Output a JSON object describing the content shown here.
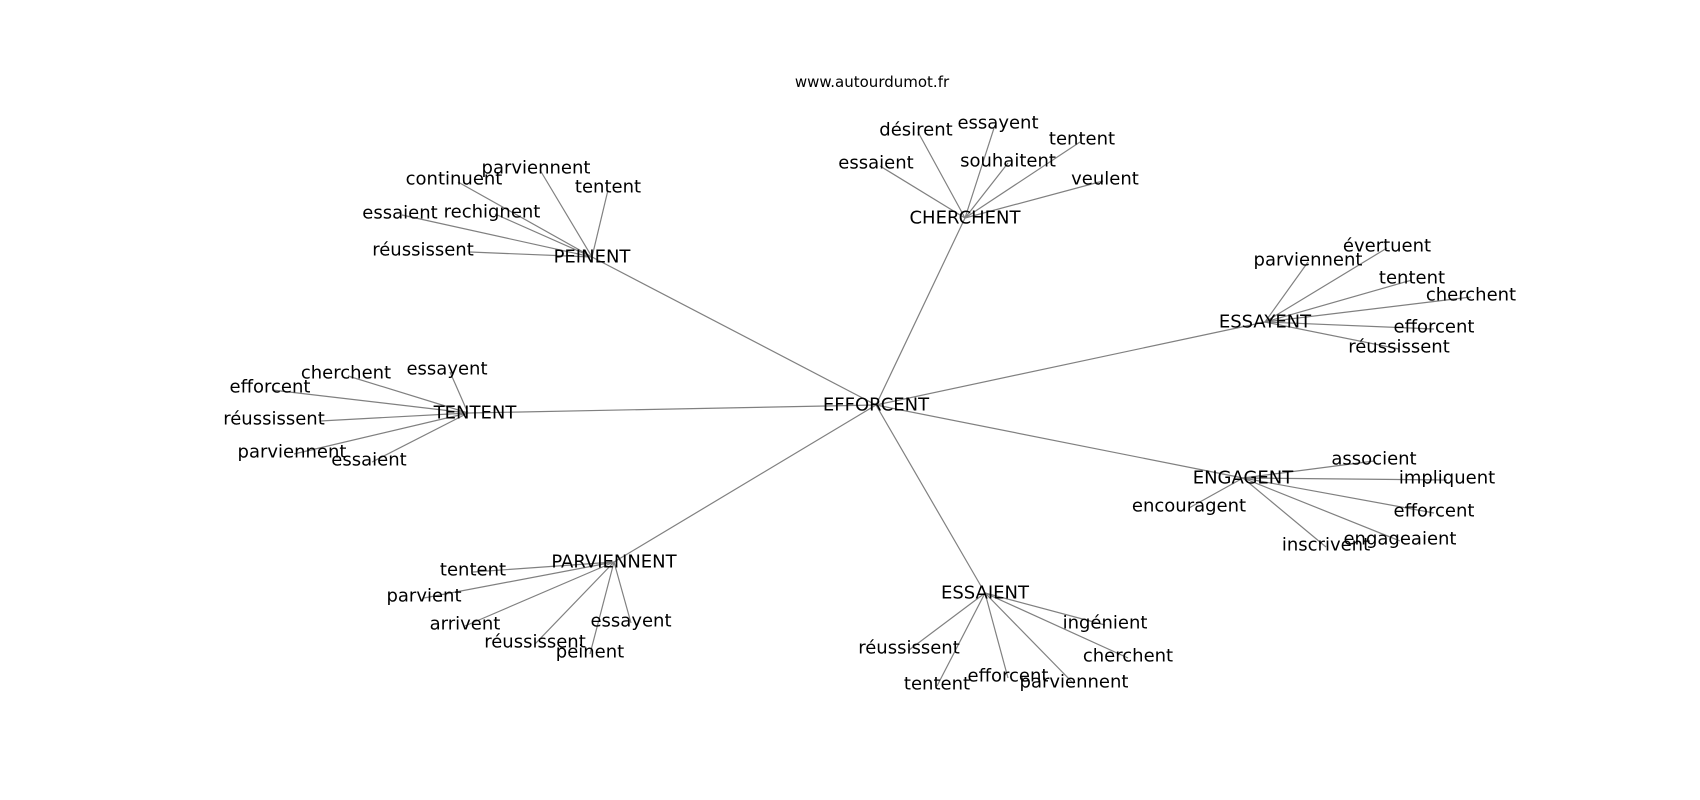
{
  "site": "www.autourdumot.fr",
  "graph": {
    "center": "EFFORCENT",
    "clusters": [
      {
        "label": "PEINENT",
        "words": [
          "parviennent",
          "tentent",
          "continuent",
          "essaient",
          "rechignent",
          "réussissent"
        ]
      },
      {
        "label": "CHERCHENT",
        "words": [
          "désirent",
          "essayent",
          "tentent",
          "essaient",
          "souhaitent",
          "veulent"
        ]
      },
      {
        "label": "ESSAYENT",
        "words": [
          "évertuent",
          "parviennent",
          "tentent",
          "cherchent",
          "efforcent",
          "réussissent"
        ]
      },
      {
        "label": "TENTENT",
        "words": [
          "essayent",
          "cherchent",
          "efforcent",
          "réussissent",
          "parviennent",
          "essaient"
        ]
      },
      {
        "label": "ENGAGENT",
        "words": [
          "associent",
          "impliquent",
          "encouragent",
          "efforcent",
          "engageaient",
          "inscrivent"
        ]
      },
      {
        "label": "PARVIENNENT",
        "words": [
          "tentent",
          "parvient",
          "arrivent",
          "essayent",
          "réussissent",
          "peinent"
        ]
      },
      {
        "label": "ESSAIENT",
        "words": [
          "ingénient",
          "réussissent",
          "cherchent",
          "efforcent",
          "parviennent",
          "tentent"
        ]
      }
    ]
  }
}
